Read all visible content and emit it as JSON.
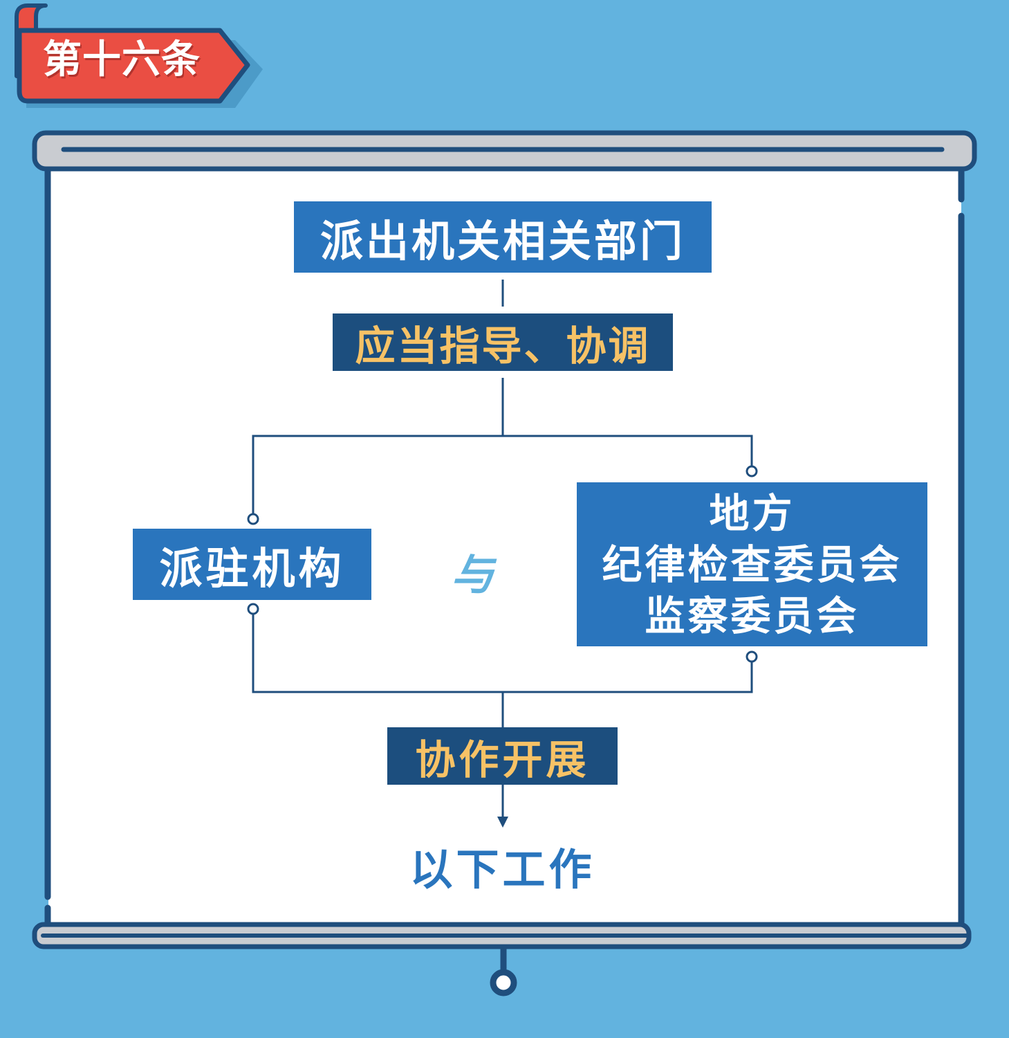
{
  "ribbon": {
    "label": "第十六条"
  },
  "flow": {
    "top_box": "派出机关相关部门",
    "guide_box": "应当指导、协调",
    "left_box": "派驻机构",
    "and_text": "与",
    "right_box": {
      "line1": "地方",
      "line2": "纪律检查委员会",
      "line3": "监察委员会"
    },
    "collab_box": "协作开展",
    "result": "以下工作"
  },
  "colors": {
    "background": "#62b3df",
    "ribbon": "#ea4e43",
    "outline": "#1f4e7d",
    "box_primary": "#2a75bd",
    "box_dark": "#1c4e7e",
    "accent_text": "#f7c266",
    "screen": "#ffffff",
    "roller": "#c9ccd1"
  },
  "icons": [
    "banner-ribbon",
    "projection-screen",
    "pull-ring",
    "arrow-down-icon",
    "connector-node-icon"
  ]
}
